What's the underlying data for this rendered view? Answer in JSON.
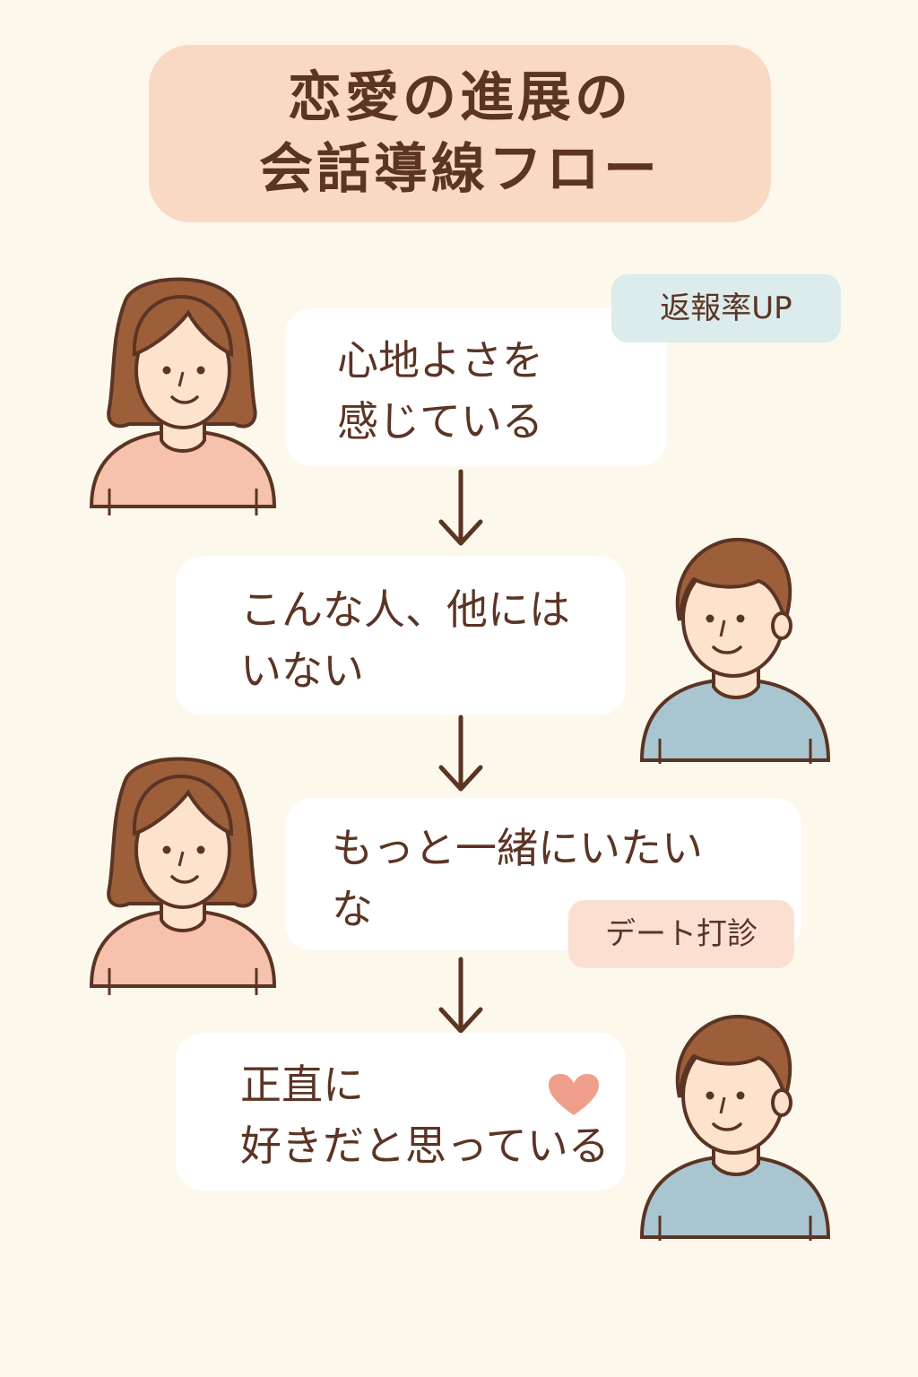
{
  "title": {
    "line1": "恋愛の進展の",
    "line2": "会話導線フロー"
  },
  "steps": [
    {
      "speaker": "woman",
      "lines": [
        "心地よさを",
        "感じている"
      ],
      "badge": "返報率UP"
    },
    {
      "speaker": "man",
      "lines": [
        "こんな人、他には",
        "いない"
      ]
    },
    {
      "speaker": "woman",
      "lines": [
        "もっと一緒にいたい",
        "な"
      ],
      "badge": "デート打診"
    },
    {
      "speaker": "man",
      "lines": [
        "正直に",
        "好きだと思っている"
      ]
    }
  ],
  "colors": {
    "background": "#fdf8ec",
    "title_bg": "#f9d9c4",
    "text": "#5b3424",
    "woman_shirt": "#f6c2ad",
    "man_shirt": "#a9c6d0",
    "hair": "#9c5f3a",
    "skin": "#fde2ce",
    "heart": "#ef9e8c"
  },
  "icons": [
    "woman-avatar",
    "man-avatar",
    "down-arrow-icon",
    "heart-icon"
  ]
}
